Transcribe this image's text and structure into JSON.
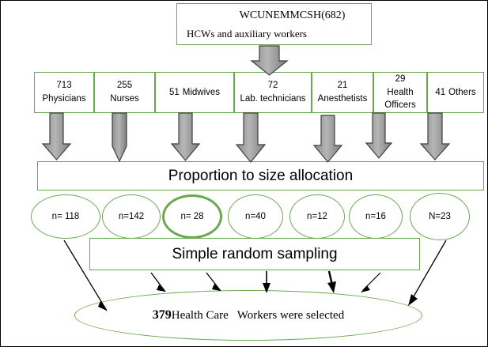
{
  "diagram": {
    "title_box": {
      "line1": "WCUNEMMCSH(682)",
      "line2": "HCWs and auxiliary workers"
    },
    "categories": [
      {
        "count": "713",
        "label": "Physicians"
      },
      {
        "count": "255",
        "label": "Nurses"
      },
      {
        "count": "51",
        "label": "Midwives",
        "inline": true
      },
      {
        "count": "72",
        "label": "Lab. technicians"
      },
      {
        "count": "21",
        "label": "Anesthetists"
      },
      {
        "count": "29",
        "label": "Health Officers"
      },
      {
        "count": "41",
        "label": "Others",
        "inline": true
      }
    ],
    "allocation_banner": "Proportion to size allocation",
    "samples": [
      {
        "label": "n= 118",
        "highlight": false
      },
      {
        "label": "n=142",
        "highlight": false
      },
      {
        "label": "n= 28",
        "highlight": true
      },
      {
        "label": "n=40",
        "highlight": false
      },
      {
        "label": "n=12",
        "highlight": false
      },
      {
        "label": "n=16",
        "highlight": false
      },
      {
        "label": "N=23",
        "highlight": false
      }
    ],
    "sampling_banner": "Simple random sampling",
    "result": {
      "number": "379",
      "text": "Health Care   Workers were selected"
    },
    "colors": {
      "outline": "#6aa84f",
      "arrow_fill": "#9a9a9a",
      "arrow_stroke": "#404040",
      "text": "#000000"
    }
  }
}
